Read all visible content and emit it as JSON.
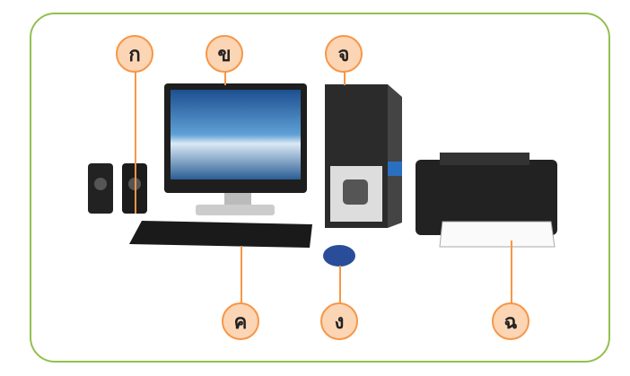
{
  "labels": {
    "speakers": "ก",
    "monitor": "ข",
    "system_unit": "จ",
    "keyboard": "ค",
    "mouse": "ง",
    "printer": "ฉ"
  },
  "colors": {
    "frame": "#92c050",
    "label_fill": "#fcd5b5",
    "label_border": "#f79646"
  }
}
